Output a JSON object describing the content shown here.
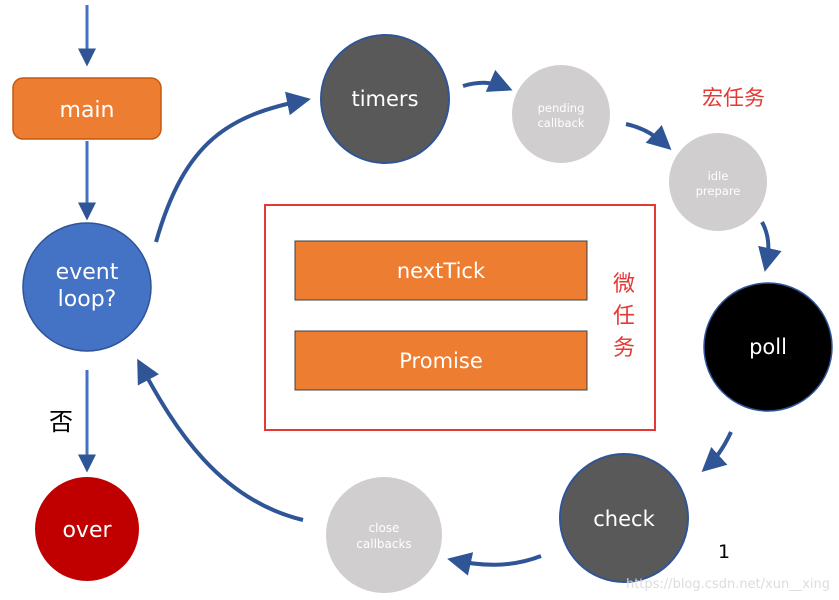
{
  "nodes": {
    "main": "main",
    "event_loop_line1": "event",
    "event_loop_line2": "loop?",
    "over": "over",
    "timers": "timers",
    "pending_line1": "pending",
    "pending_line2": "callback",
    "idle_line1": "idle",
    "idle_line2": "prepare",
    "poll": "poll",
    "check": "check",
    "close_line1": "close",
    "close_line2": "callbacks"
  },
  "labels": {
    "no": "否",
    "macrotask": "宏任务",
    "microtask_chars": [
      "微",
      "任",
      "务"
    ],
    "page_number": "1",
    "watermark": "https://blog.csdn.net/xun__xing"
  },
  "microtasks": {
    "items": [
      "nextTick",
      "Promise"
    ]
  },
  "colors": {
    "orange": "#ED7D31",
    "blue": "#4472C4",
    "arrow_blue": "#2F5597",
    "dark_gray": "#595959",
    "light_gray": "#D0CECE",
    "black": "#000000",
    "dark_red": "#C00000",
    "red_border": "#E53935",
    "red_text": "#E53935",
    "white": "#FFFFFF"
  },
  "icons": {
    "arrow": "arrow-head-icon"
  }
}
